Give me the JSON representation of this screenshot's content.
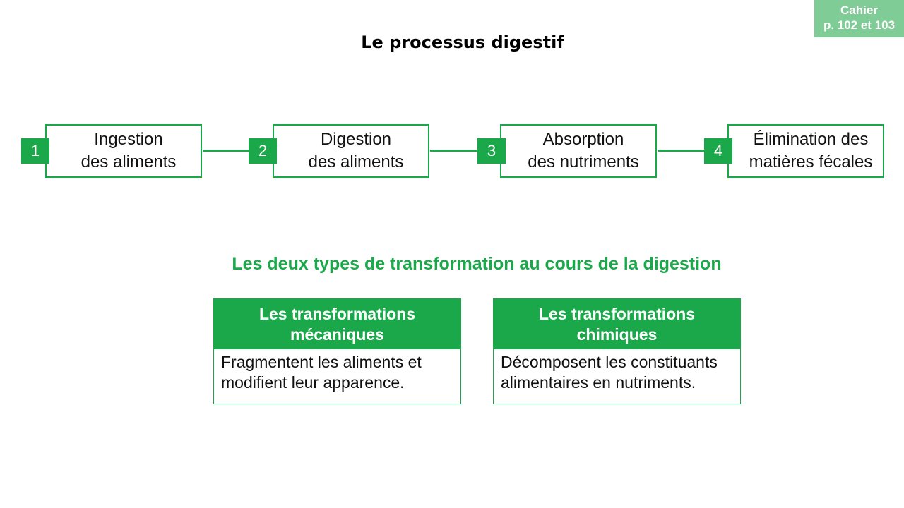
{
  "badge": {
    "line1": "Cahier",
    "line2": "p. 102 et 103",
    "color": "#7fcc97"
  },
  "title": "Le processus digestif",
  "accent_color": "#1aa84a",
  "steps": [
    {
      "number": "1",
      "line1": "Ingestion",
      "line2": "des aliments"
    },
    {
      "number": "2",
      "line1": "Digestion",
      "line2": "des aliments"
    },
    {
      "number": "3",
      "line1": "Absorption",
      "line2": "des nutriments"
    },
    {
      "number": "4",
      "line1": "Élimination des",
      "line2": "matières fécales"
    }
  ],
  "section_heading": "Les deux types de transformation au cours de la digestion",
  "cards": [
    {
      "header_line1": "Les transformations",
      "header_line2": "mécaniques",
      "body_line1": "Fragmentent les aliments et",
      "body_line2": "modifient leur apparence."
    },
    {
      "header_line1": "Les transformations",
      "header_line2": "chimiques",
      "body_line1": "Décomposent les constituants",
      "body_line2": "alimentaires en nutriments."
    }
  ]
}
